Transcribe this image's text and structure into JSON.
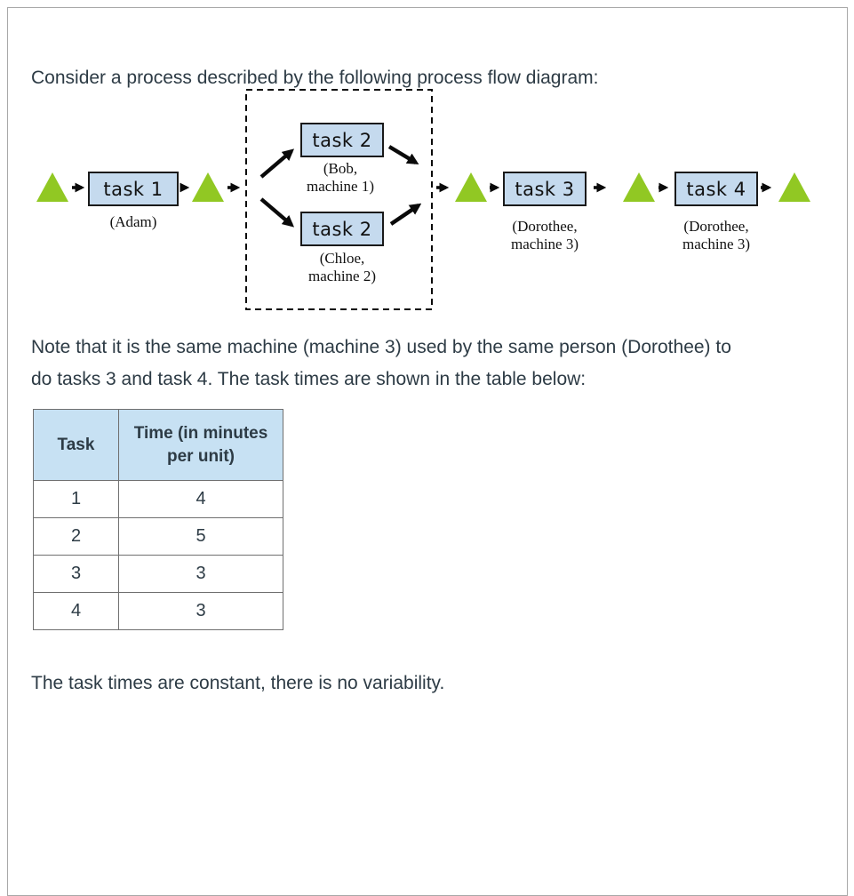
{
  "texts": {
    "intro": "Consider a process described by the following process flow diagram:",
    "note_line1": "Note that it is the same machine (machine 3) used by the same person (Dorothee) to",
    "note_line2": "do tasks 3 and task 4. The task times are shown in the table below:",
    "footer": "The task times are constant, there is no variability."
  },
  "diagram": {
    "type": "process-flow",
    "colors": {
      "buffer_triangle": "#91C823",
      "task_box_fill": "#C5DAEE",
      "task_box_border": "#1A1A1A",
      "arrow": "#0A0A0A"
    },
    "nodes": {
      "task1": {
        "label": "task 1",
        "resource_line1": "(Adam)",
        "resource_line2": ""
      },
      "task2a": {
        "label": "task 2",
        "resource_line1": "(Bob,",
        "resource_line2": "machine 1)"
      },
      "task2b": {
        "label": "task 2",
        "resource_line1": "(Chloe,",
        "resource_line2": "machine 2)"
      },
      "task3": {
        "label": "task 3",
        "resource_line1": "(Dorothee,",
        "resource_line2": "machine 3)"
      },
      "task4": {
        "label": "task 4",
        "resource_line1": "(Dorothee,",
        "resource_line2": "machine 3)"
      }
    }
  },
  "table": {
    "headers": [
      "Task",
      "Time (in minutes per unit)"
    ],
    "rows": [
      [
        "1",
        "4"
      ],
      [
        "2",
        "5"
      ],
      [
        "3",
        "3"
      ],
      [
        "4",
        "3"
      ]
    ]
  }
}
